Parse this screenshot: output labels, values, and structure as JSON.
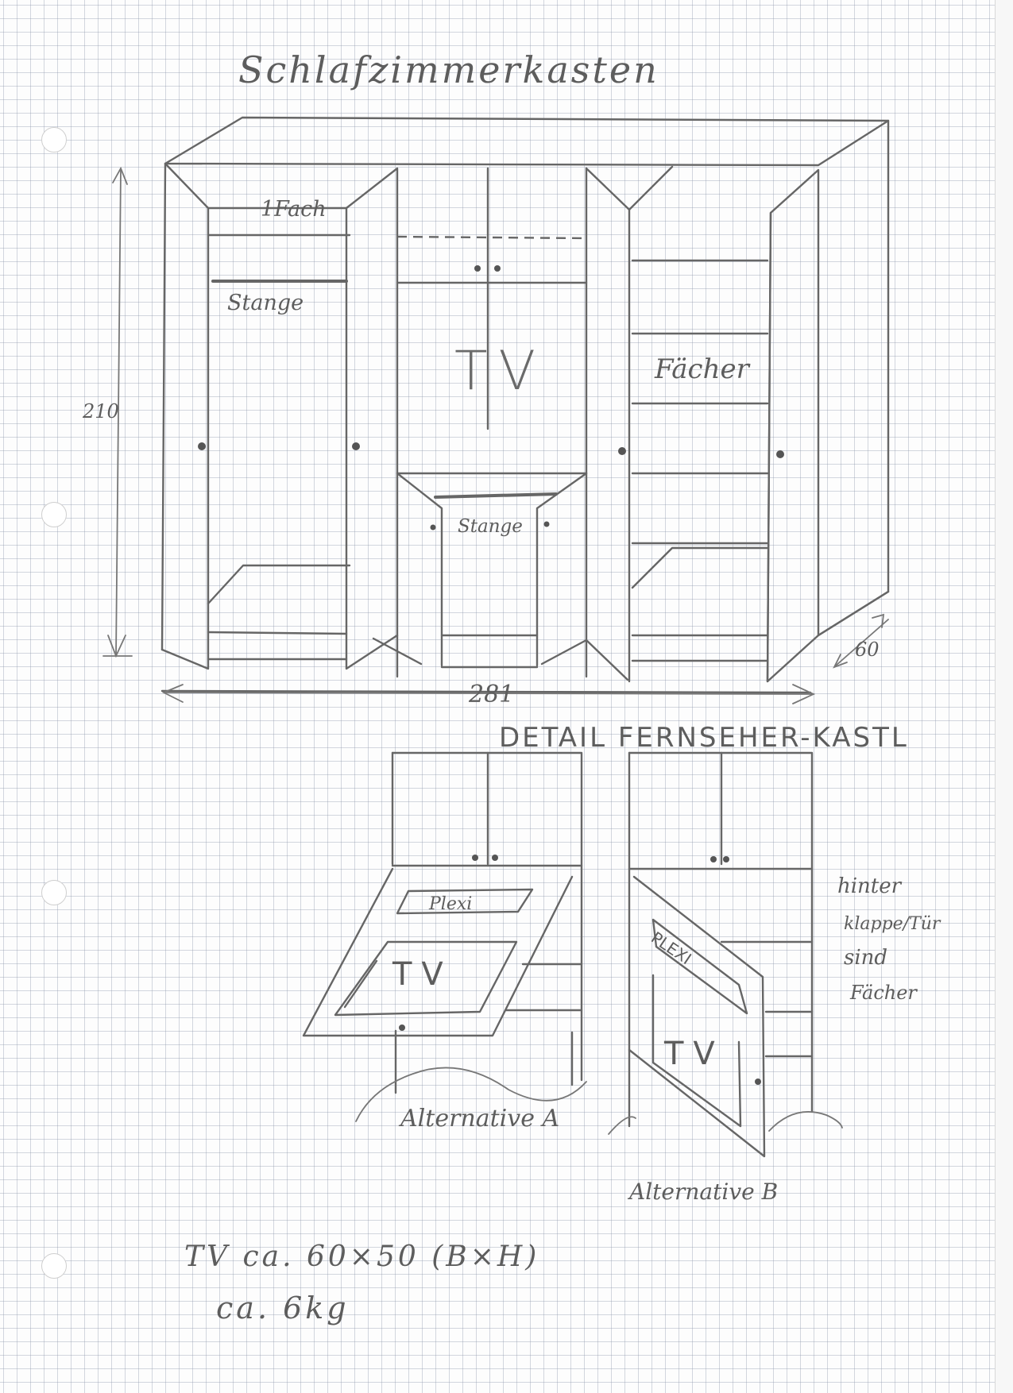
{
  "sheet": {
    "title": "Schlafzimmerkasten",
    "labels": {
      "one_shelf": "1Fach",
      "rod_left": "Stange",
      "tv_main": "TV",
      "shelves": "Fächer",
      "rod_center": "Stange",
      "height": "210",
      "width": "281",
      "depth": "60"
    },
    "detail": {
      "heading": "DETAIL FERNSEHER-KASTL",
      "alt_a": {
        "plexi": "Plexi",
        "tv": "TV",
        "caption": "Alternative A"
      },
      "alt_b": {
        "plexi": "PLEXI",
        "tv": "TV",
        "caption": "Alternative B"
      },
      "note_lines": [
        "hinter",
        "klappe/Tür",
        "sind",
        "Fächer"
      ]
    },
    "footer": {
      "line1": "TV ca. 60×50 (B×H)",
      "line2": "ca. 6kg"
    }
  }
}
